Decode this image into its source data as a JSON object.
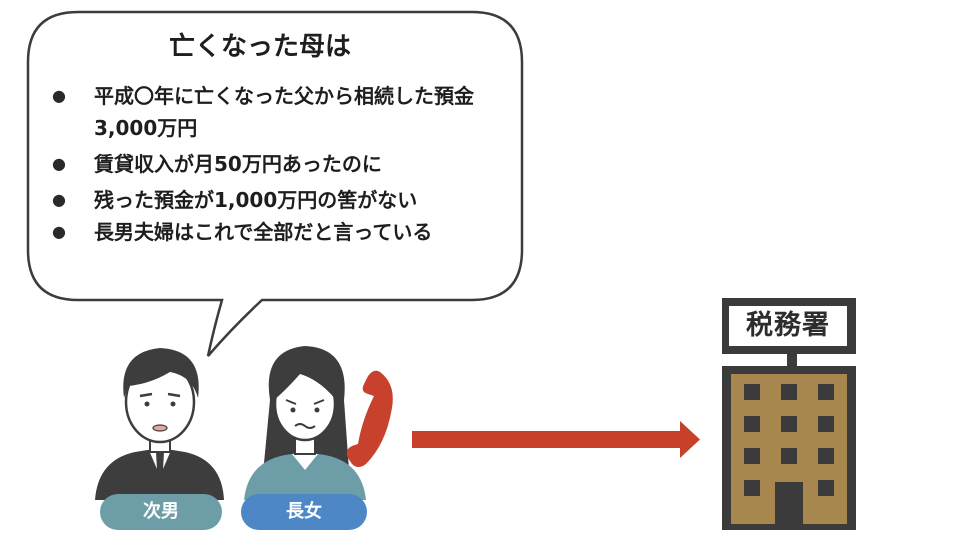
{
  "bubble": {
    "title": "亡くなった母は",
    "bullets": [
      "平成〇年に亡くなった父から相続した預金3,000万円",
      "賃貸収入が月50万円あったのに",
      "残った預金が1,000万円の筈がない",
      "長男夫婦はこれで全部だと言っている"
    ]
  },
  "people": {
    "second_son": {
      "label": "次男",
      "color": "#6d9ea8"
    },
    "eldest_daughter": {
      "label": "長女",
      "color": "#4d87c6"
    }
  },
  "tax_office": {
    "label": "税務署",
    "body_color": "#a8874f",
    "frame_color": "#3b3b3b"
  },
  "colors": {
    "arrow": "#c8402a",
    "phone": "#c8412c",
    "hair": "#3a3a3a",
    "skin": "#ffffff"
  },
  "icons": [
    "speech-bubble-icon",
    "phone-icon",
    "arrow-right-icon",
    "building-icon"
  ]
}
